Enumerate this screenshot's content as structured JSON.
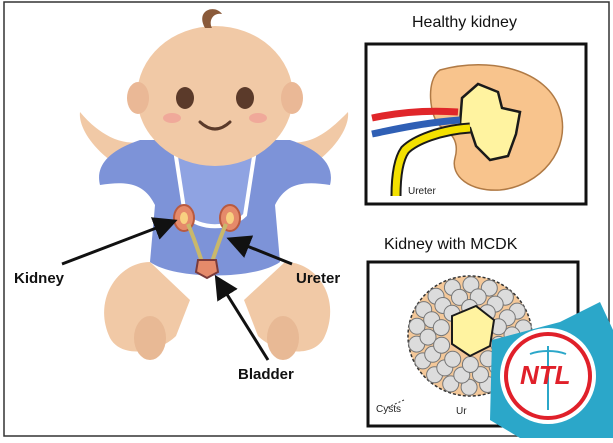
{
  "baby_labels": {
    "kidney": "Kidney",
    "ureter": "Ureter",
    "bladder": "Bladder"
  },
  "panels": {
    "healthy_title": "Healthy kidney",
    "healthy_ureter_label": "Ureter",
    "mcdk_title": "Kidney with MCDK",
    "cysts_label": "Cysts",
    "mcdk_ureter_label": "Ur"
  },
  "logo": {
    "text": "NTL"
  },
  "colors": {
    "skin": "#f1c9a6",
    "skin_shadow": "#e2b08c",
    "onesie": "#7d93d8",
    "onesie_dark": "#6b7fc4",
    "kidney_fill": "#f8c48d",
    "pelvis_yellow": "#fff3a0",
    "ureter_yellow": "#f3e000",
    "artery_red": "#e0262a",
    "vein_blue": "#2f5fb5",
    "logo_teal": "#2ba7c9",
    "logo_red": "#e0202a"
  }
}
